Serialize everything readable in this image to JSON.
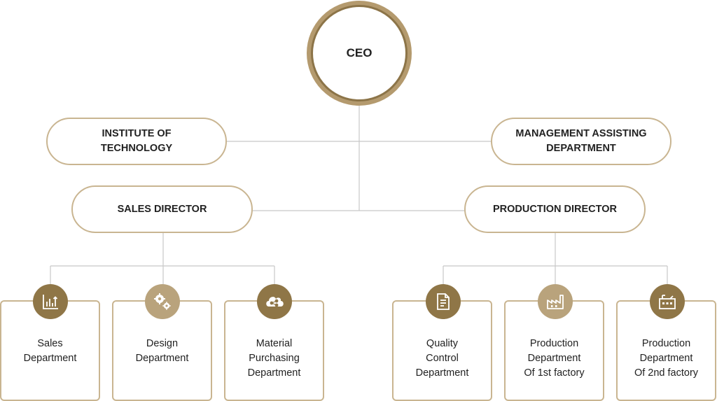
{
  "ceo": {
    "label": "CEO"
  },
  "pills": {
    "institute": "INSTITUTE OF\nTECHNOLOGY",
    "management": "MANAGEMENT ASSISTING\nDEPARTMENT",
    "sales_director": "SALES DIRECTOR",
    "production_director": "PRODUCTION DIRECTOR"
  },
  "departments": [
    {
      "label": "Sales\nDepartment",
      "icon": "bar-chart-icon"
    },
    {
      "label": "Design\nDepartment",
      "icon": "gears-icon"
    },
    {
      "label": "Material\nPurchasing\nDepartment",
      "icon": "cloud-share-icon"
    },
    {
      "label": "Quality\nControl\nDepartment",
      "icon": "document-icon"
    },
    {
      "label": "Production\nDepartment\nOf 1st factory",
      "icon": "factory-icon"
    },
    {
      "label": "Production\nDepartment\nOf 2nd factory",
      "icon": "factory-building-icon"
    }
  ],
  "colors": {
    "accent_dark": "#8f7647",
    "accent_light": "#b9a37c",
    "border": "#c9b591",
    "line": "#c8c8c8"
  }
}
